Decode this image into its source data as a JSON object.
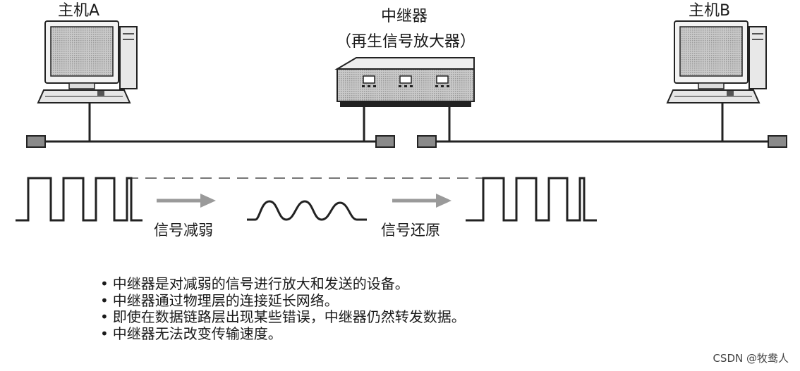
{
  "hosts": {
    "a_label": "主机A",
    "b_label": "主机B"
  },
  "repeater": {
    "title": "中继器",
    "subtitle": "（再生信号放大器）"
  },
  "signals": {
    "attenuate_label": "信号减弱",
    "restore_label": "信号还原"
  },
  "notes": [
    "中继器是对减弱的信号进行放大和发送的设备。",
    "中继器通过物理层的连接延长网络。",
    "即使在数据链路层出现某些错误，中继器仍然转发数据。",
    "中继器无法改变传输速度。"
  ],
  "watermark": "CSDN @牧鸯人"
}
